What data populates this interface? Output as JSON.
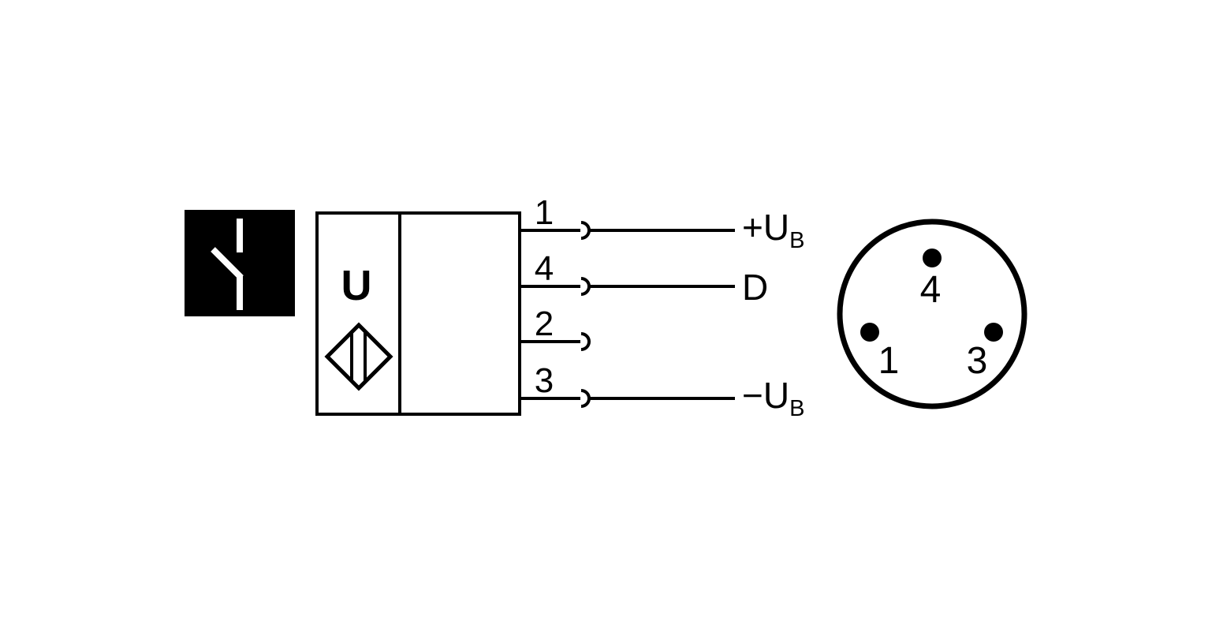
{
  "colors": {
    "ink": "#000000",
    "background": "#ffffff"
  },
  "function_symbol": {
    "icon": "normally-open-contact-icon"
  },
  "sensor": {
    "type_label": "U",
    "symbol_icon": "analog-voltage-diamond-icon"
  },
  "pins": [
    {
      "number": "1",
      "label_base": "+U",
      "label_sub": "B"
    },
    {
      "number": "4",
      "label_base": "D",
      "label_sub": ""
    },
    {
      "number": "2",
      "label_base": "",
      "label_sub": ""
    },
    {
      "number": "3",
      "label_base": "−U",
      "label_sub": "B"
    }
  ],
  "connector": {
    "pin_top": "4",
    "pin_left": "1",
    "pin_right": "3"
  }
}
